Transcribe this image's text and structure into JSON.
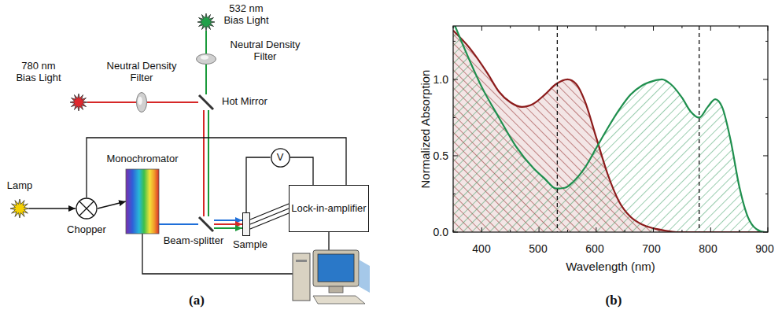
{
  "diagram": {
    "nodes": [
      {
        "text": [
          "532 nm Bias Light"
        ]
      },
      {
        "text": [
          "Neutral Density Filter"
        ]
      },
      {
        "text": [
          "780 nm Bias Light"
        ]
      },
      {
        "text": [
          "Neutral Density Filter"
        ]
      },
      {
        "text": [
          "Hot Mirror"
        ]
      },
      {
        "text": [
          "Lamp"
        ]
      },
      {
        "text": [
          "Chopper"
        ]
      },
      {
        "text": [
          "Monochromator"
        ]
      },
      {
        "text": [
          "Beam-splitter"
        ]
      },
      {
        "text": [
          "Sample"
        ]
      },
      {
        "text": [
          "V"
        ]
      },
      {
        "text": [
          "Lock-in-amplifier"
        ]
      }
    ],
    "edges": [
      {
        "from": 0,
        "to": 1,
        "arrow": "none"
      },
      {
        "from": 1,
        "to": 4,
        "arrow": "none"
      },
      {
        "from": 2,
        "to": 3,
        "arrow": "none"
      },
      {
        "from": 3,
        "to": 4,
        "arrow": "none"
      },
      {
        "from": 4,
        "to": 8,
        "arrow": "none"
      },
      {
        "from": 4,
        "to": 8,
        "arrow": "none"
      },
      {
        "from": 5,
        "to": 6,
        "arrow": "to"
      },
      {
        "from": 6,
        "to": 7,
        "arrow": "to"
      },
      {
        "from": 7,
        "to": 8,
        "arrow": "none"
      },
      {
        "from": 8,
        "to": 9,
        "arrow": "to"
      },
      {
        "from": 8,
        "to": 9,
        "arrow": "to"
      },
      {
        "from": 8,
        "to": 9,
        "arrow": "to"
      },
      {
        "from": 6,
        "to": 11,
        "arrow": "none"
      },
      {
        "from": 9,
        "to": 10,
        "arrow": "none"
      },
      {
        "from": 10,
        "to": 11,
        "arrow": "none"
      },
      {
        "from": 9,
        "to": 11,
        "arrow": "none"
      },
      {
        "from": 9,
        "to": 11,
        "arrow": "none"
      },
      {
        "from": 9,
        "to": 11,
        "arrow": "none"
      }
    ],
    "labels": [
      "(a)",
      "(b)",
      "Normalized Absorption",
      "Wavelength (nm)",
      "0.0",
      "0.5",
      "1.0",
      "400",
      "500",
      "600",
      "700",
      "800",
      "900"
    ]
  }
}
